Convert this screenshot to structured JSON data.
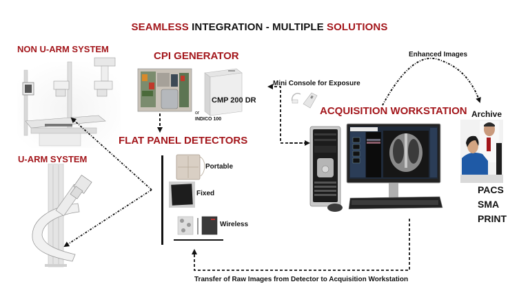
{
  "title": {
    "part1": "SEAMLESS",
    "part2": " INTEGRATION - MULTIPLE ",
    "part3": "SOLUTIONS"
  },
  "colors": {
    "accent_red": "#a3161b",
    "text_dark": "#111111",
    "background": "#ffffff"
  },
  "nodes": {
    "non_u_arm": {
      "label": "NON U-ARM SYSTEM"
    },
    "u_arm": {
      "label": "U-ARM SYSTEM"
    },
    "cpi_generator": {
      "label": "CPI GENERATOR",
      "model": "CMP 200 DR",
      "or": "or",
      "alt_model": "INDICO 100"
    },
    "flat_panel": {
      "label": "FLAT PANEL DETECTORS",
      "types": [
        "Portable",
        "Fixed",
        "Wireless"
      ]
    },
    "mini_console": {
      "label": "Mini Console for Exposure"
    },
    "workstation": {
      "label": "ACQUISITION WORKSTATION"
    },
    "archive": {
      "label": "Archive",
      "outputs": [
        "PACS",
        "SMA",
        "PRINT"
      ]
    }
  },
  "edges": {
    "enhanced_images": "Enhanced Images",
    "raw_transfer": "Transfer of Raw Images from Detector to Acquisition Workstation"
  }
}
